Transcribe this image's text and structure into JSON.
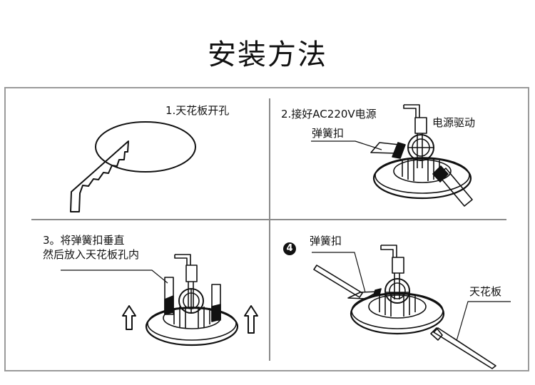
{
  "title": "安装方法",
  "steps": [
    {
      "id": 1,
      "caption": "1.天花板开孔",
      "illustration": "saw-cutting-ceiling-hole"
    },
    {
      "id": 2,
      "caption": "2.接好AC220V电源",
      "labels": {
        "spring_clip": "弹簧扣",
        "driver": "电源驱动"
      },
      "illustration": "downlight-with-driver-and-spring-clips"
    },
    {
      "id": 3,
      "caption_line1": "3。将弹簧扣垂直",
      "caption_line2": "然后放入天花板孔内",
      "illustration": "downlight-clips-vertical-with-up-arrows"
    },
    {
      "id": 4,
      "badge": "4",
      "labels": {
        "spring_clip": "弹簧扣",
        "ceiling": "天花板"
      },
      "illustration": "downlight-installed-in-ceiling"
    }
  ]
}
